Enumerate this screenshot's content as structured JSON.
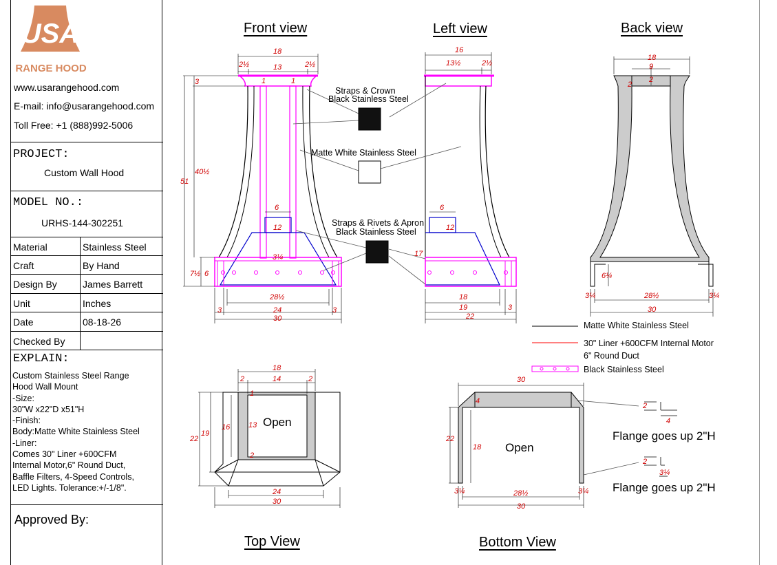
{
  "logo": {
    "letters": "USA",
    "sub": "RANGE HOOD"
  },
  "contact": {
    "website": "www.usarangehood.com",
    "email": "E-mail: info@usarangehood.com",
    "phone": "Toll Free: +1 (888)992-5006"
  },
  "project": {
    "label": "PROJECT:",
    "value": "Custom Wall Hood"
  },
  "model": {
    "label": "MODEL NO.:",
    "value": "URHS-144-302251"
  },
  "specs": [
    {
      "label": "Material",
      "value": "Stainless Steel"
    },
    {
      "label": "Craft",
      "value": "By Hand"
    },
    {
      "label": "Design By",
      "value": "James Barrett"
    },
    {
      "label": "Unit",
      "value": "Inches"
    },
    {
      "label": "Date",
      "value": "08-18-26"
    },
    {
      "label": "Checked By",
      "value": ""
    }
  ],
  "explain": {
    "label": "EXPLAIN:",
    "lines": [
      "Custom Stainless Steel Range",
      "Hood Wall Mount",
      "-Size:",
      "30\"W x22\"D x51\"H",
      "-Finish:",
      "Body:Matte White Stainless Steel",
      "-Liner:",
      "Comes 30\" Liner +600CFM",
      "Internal Motor,6\" Round Duct,",
      "Baffle Filters, 4-Speed Controls,",
      "LED Lights. Tolerance:+/-1/8\"."
    ]
  },
  "approved": "Approved By:",
  "views": {
    "front": "Front view",
    "left": "Left view",
    "back": "Back view",
    "top": "Top View",
    "bottom": "Bottom View"
  },
  "callouts": {
    "straps_crown_1": "Straps & Crown",
    "straps_crown_2": "Black Stainless Steel",
    "matte_white": "Matte White Stainless Steel",
    "straps_apron_1": "Straps & Rivets & Apron",
    "straps_apron_2": "Black Stainless Steel"
  },
  "legend": {
    "matte_white": "Matte White Stainless Steel",
    "liner_1": "30\" Liner +600CFM Internal  Motor",
    "liner_2": "6\" Round Duct",
    "black": "Black Stainless Steel"
  },
  "open": "Open",
  "flange": "Flange goes up 2\"H",
  "dims": {
    "f18": "18",
    "f2l": "2½",
    "f13": "13",
    "f2r": "2½",
    "f3": "3",
    "f1a": "1",
    "f1b": "1",
    "f40": "40½",
    "f51": "51",
    "f6duct": "6",
    "f12": "12",
    "f3q": "3¼",
    "f7": "7½",
    "f6": "6",
    "f28": "28½",
    "f3l": "3",
    "f24": "24",
    "f3r": "3",
    "f30": "30",
    "l16": "16",
    "l13": "13½",
    "l2": "2½",
    "l6": "6",
    "l12": "12",
    "l17": "17",
    "l18": "18",
    "l19": "19",
    "l3": "3",
    "l22": "22",
    "b18": "18",
    "b9": "9",
    "b2a": "2",
    "b2b": "2",
    "b6": "6¼",
    "b3l": "3¼",
    "b28": "28½",
    "b3r": "3¼",
    "b30": "30",
    "t18": "18",
    "t2l": "2",
    "t14": "14",
    "t2r": "2",
    "t1": "1",
    "t16": "16",
    "t13": "13",
    "t22": "22",
    "t19": "19",
    "t2": "2",
    "t24": "24",
    "t30": "30",
    "m30a": "30",
    "m4": "4",
    "m22": "22",
    "m18": "18",
    "m3l": "3¼",
    "m28": "28½",
    "m3r": "3¼",
    "m30b": "30",
    "g2a": "2",
    "g4": "4",
    "g2b": "2",
    "g3q": "3¼"
  },
  "colors": {
    "dimension": "#d00000",
    "strap": "#ff00ff",
    "liner": "#0000cc",
    "logo": "#d88a60"
  }
}
